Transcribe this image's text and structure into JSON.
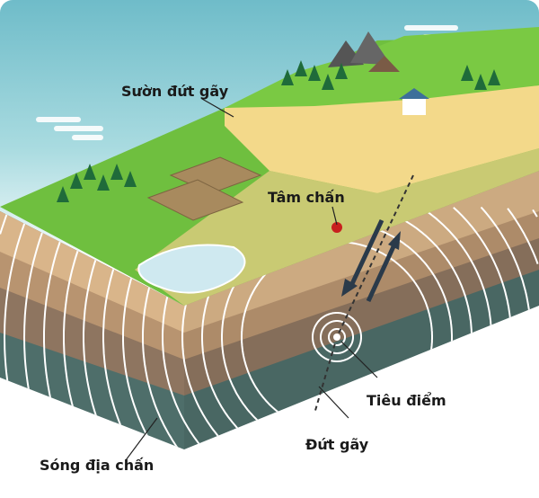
{
  "labels": {
    "fault_scarp": "Sườn đứt gãy",
    "epicenter": "Tâm chấn",
    "focus": "Tiêu điểm",
    "fault": "Đứt gãy",
    "seismic_waves": "Sóng địa chấn"
  },
  "colors": {
    "sky": "#7cc3cf",
    "grass": "#6fbf3f",
    "scarp": "#f3d98a",
    "soil_light": "#d9b58a",
    "soil_mid": "#b89470",
    "soil_dark": "#8e7560",
    "bedrock": "#4e6e6a",
    "epicenter_dot": "#c8201e"
  }
}
